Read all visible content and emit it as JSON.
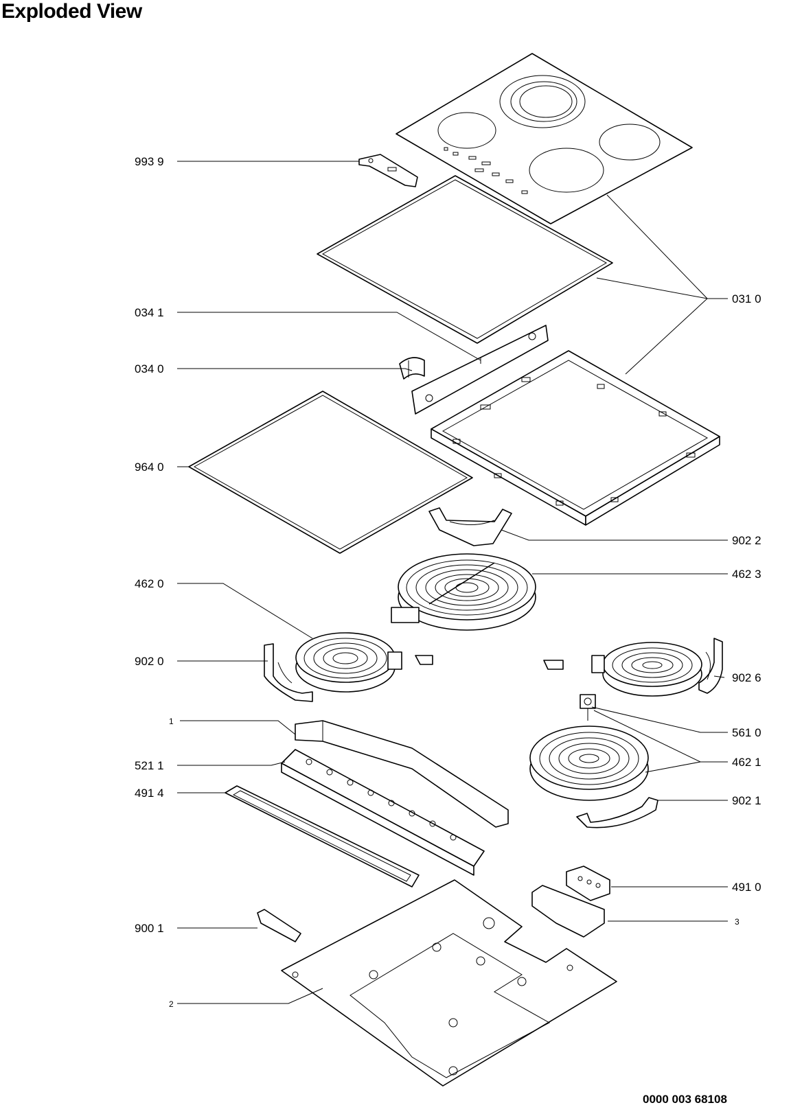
{
  "title": "Exploded View",
  "document_number": "0000 003 68108",
  "labels": {
    "p9939": "993 9",
    "p0341": "034 1",
    "p0340": "034 0",
    "p9640": "964 0",
    "p4620": "462 0",
    "p9020": "902 0",
    "p1": "1",
    "p5211": "521 1",
    "p4914": "491 4",
    "p9001": "900 1",
    "p2": "2",
    "p0310": "031 0",
    "p9022": "902 2",
    "p4623": "462 3",
    "p9026": "902 6",
    "p5610": "561 0",
    "p4621": "462 1",
    "p9021": "902 1",
    "p4910": "491 0",
    "p3": "3"
  }
}
